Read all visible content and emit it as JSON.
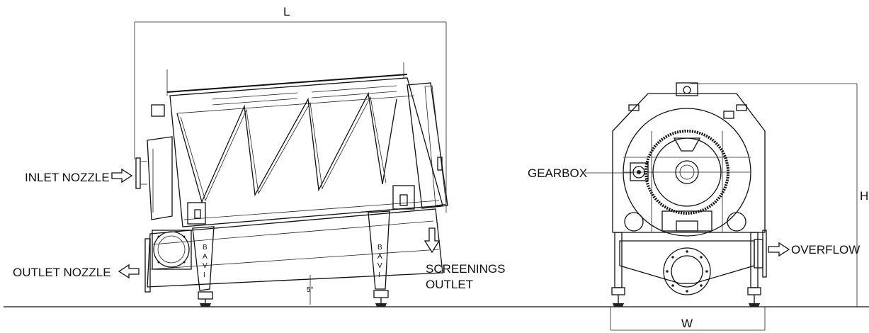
{
  "labels": {
    "length": "L",
    "inlet": "INLET NOZZLE",
    "outlet": "OUTLET NOZZLE",
    "screenings_line1": "SCREENINGS",
    "screenings_line2": "OUTLET",
    "angle": "5°",
    "gearbox": "GEARBOX",
    "overflow": "OVERFLOW",
    "height": "H",
    "width": "W"
  },
  "brand_letters": [
    "B",
    "A",
    "V",
    "I"
  ]
}
